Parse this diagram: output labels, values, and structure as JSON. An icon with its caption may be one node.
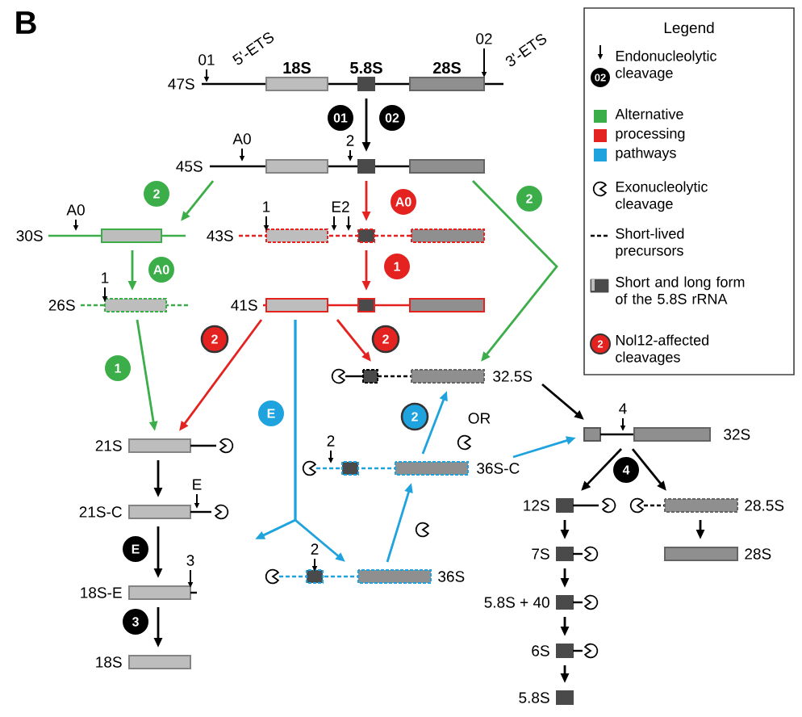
{
  "diagram": {
    "nodes": [
      {
        "text": [
          "47S"
        ]
      },
      {
        "text": [
          "45S"
        ]
      },
      {
        "text": [
          "30S"
        ]
      },
      {
        "text": [
          "43S"
        ]
      },
      {
        "text": [
          "26S"
        ]
      },
      {
        "text": [
          "41S"
        ]
      },
      {
        "text": [
          "32.5S"
        ]
      },
      {
        "text": [
          "32S"
        ]
      },
      {
        "text": [
          "21S"
        ]
      },
      {
        "text": [
          "36S-C"
        ]
      },
      {
        "text": [
          "12S"
        ]
      },
      {
        "text": [
          "28.5S"
        ]
      },
      {
        "text": [
          "21S-C"
        ]
      },
      {
        "text": [
          "7S"
        ]
      },
      {
        "text": [
          "28S"
        ]
      },
      {
        "text": [
          "36S"
        ]
      },
      {
        "text": [
          "18S-E"
        ]
      },
      {
        "text": [
          "5.8S + 40"
        ]
      },
      {
        "text": [
          "6S"
        ]
      },
      {
        "text": [
          "18S"
        ]
      },
      {
        "text": [
          "5.8S"
        ]
      },
      {
        "text": [
          "01"
        ]
      },
      {
        "text": [
          "02"
        ]
      },
      {
        "text": [
          "2"
        ]
      },
      {
        "text": [
          "A0"
        ]
      },
      {
        "text": [
          "2"
        ]
      },
      {
        "text": [
          "A0"
        ]
      },
      {
        "text": [
          "1"
        ]
      },
      {
        "text": [
          "2"
        ]
      },
      {
        "text": [
          "2"
        ]
      },
      {
        "text": [
          "1"
        ]
      },
      {
        "text": [
          "E"
        ]
      },
      {
        "text": [
          "2"
        ]
      },
      {
        "text": [
          "E"
        ]
      },
      {
        "text": [
          "4"
        ]
      },
      {
        "text": [
          "3"
        ]
      }
    ],
    "edges": [
      {
        "from": 0,
        "to": 1,
        "arrow": "to"
      },
      {
        "from": 1,
        "to": 2,
        "arrow": "to",
        "color": "#3cae49"
      },
      {
        "from": 1,
        "to": 3,
        "arrow": "to",
        "color": "#e42320"
      },
      {
        "from": 1,
        "to": 6,
        "arrow": "to",
        "color": "#3cae49"
      },
      {
        "from": 2,
        "to": 4,
        "arrow": "to",
        "color": "#3cae49"
      },
      {
        "from": 3,
        "to": 5,
        "arrow": "to",
        "color": "#e42320"
      },
      {
        "from": 4,
        "to": 8,
        "arrow": "to",
        "color": "#3cae49"
      },
      {
        "from": 5,
        "to": 8,
        "arrow": "to",
        "color": "#e42320"
      },
      {
        "from": 5,
        "to": 6,
        "arrow": "to",
        "color": "#e42320"
      },
      {
        "from": 5,
        "to": 15,
        "arrow": "to",
        "color": "#1fa3de"
      },
      {
        "from": 5,
        "to": null,
        "arrow": "to",
        "color": "#1fa3de"
      },
      {
        "from": 15,
        "to": 9,
        "arrow": "to",
        "color": "#1fa3de"
      },
      {
        "from": 9,
        "to": 6,
        "arrow": "to",
        "color": "#1fa3de"
      },
      {
        "from": 9,
        "to": 7,
        "arrow": "to",
        "color": "#1fa3de"
      },
      {
        "from": 6,
        "to": 7,
        "arrow": "to"
      },
      {
        "from": 7,
        "to": 10,
        "arrow": "to"
      },
      {
        "from": 7,
        "to": 11,
        "arrow": "to"
      },
      {
        "from": 8,
        "to": 12,
        "arrow": "to"
      },
      {
        "from": 12,
        "to": 16,
        "arrow": "to"
      },
      {
        "from": 16,
        "to": 19,
        "arrow": "to"
      },
      {
        "from": 10,
        "to": 13,
        "arrow": "to"
      },
      {
        "from": 13,
        "to": 17,
        "arrow": "to"
      },
      {
        "from": 17,
        "to": 18,
        "arrow": "to"
      },
      {
        "from": 18,
        "to": 20,
        "arrow": "to"
      },
      {
        "from": 11,
        "to": 14,
        "arrow": "to"
      }
    ],
    "labels": [
      "B",
      "Legend",
      "02",
      "5'-ETS",
      "3'-ETS",
      "01",
      "18S",
      "5.8S",
      "28S",
      "02",
      "A0",
      "2",
      "A0",
      "1",
      "E2",
      "1",
      "2",
      "OR",
      "2",
      "4",
      "E",
      "2",
      "3"
    ],
    "legend": [
      {
        "text": "Endonucleolytic cleavage"
      },
      {
        "text": "Alternative",
        "color": "#3cae49"
      },
      {
        "text": "processing",
        "color": "#e42320"
      },
      {
        "text": "pathways",
        "color": "#1fa3de"
      },
      {
        "text": "Exonucleolytic cleavage"
      },
      {
        "text": "Short-lived precursors"
      },
      {
        "text": "Short and long form of the 5.8S rRNA"
      },
      {
        "text": "Nol12-affected cleavages"
      }
    ]
  }
}
